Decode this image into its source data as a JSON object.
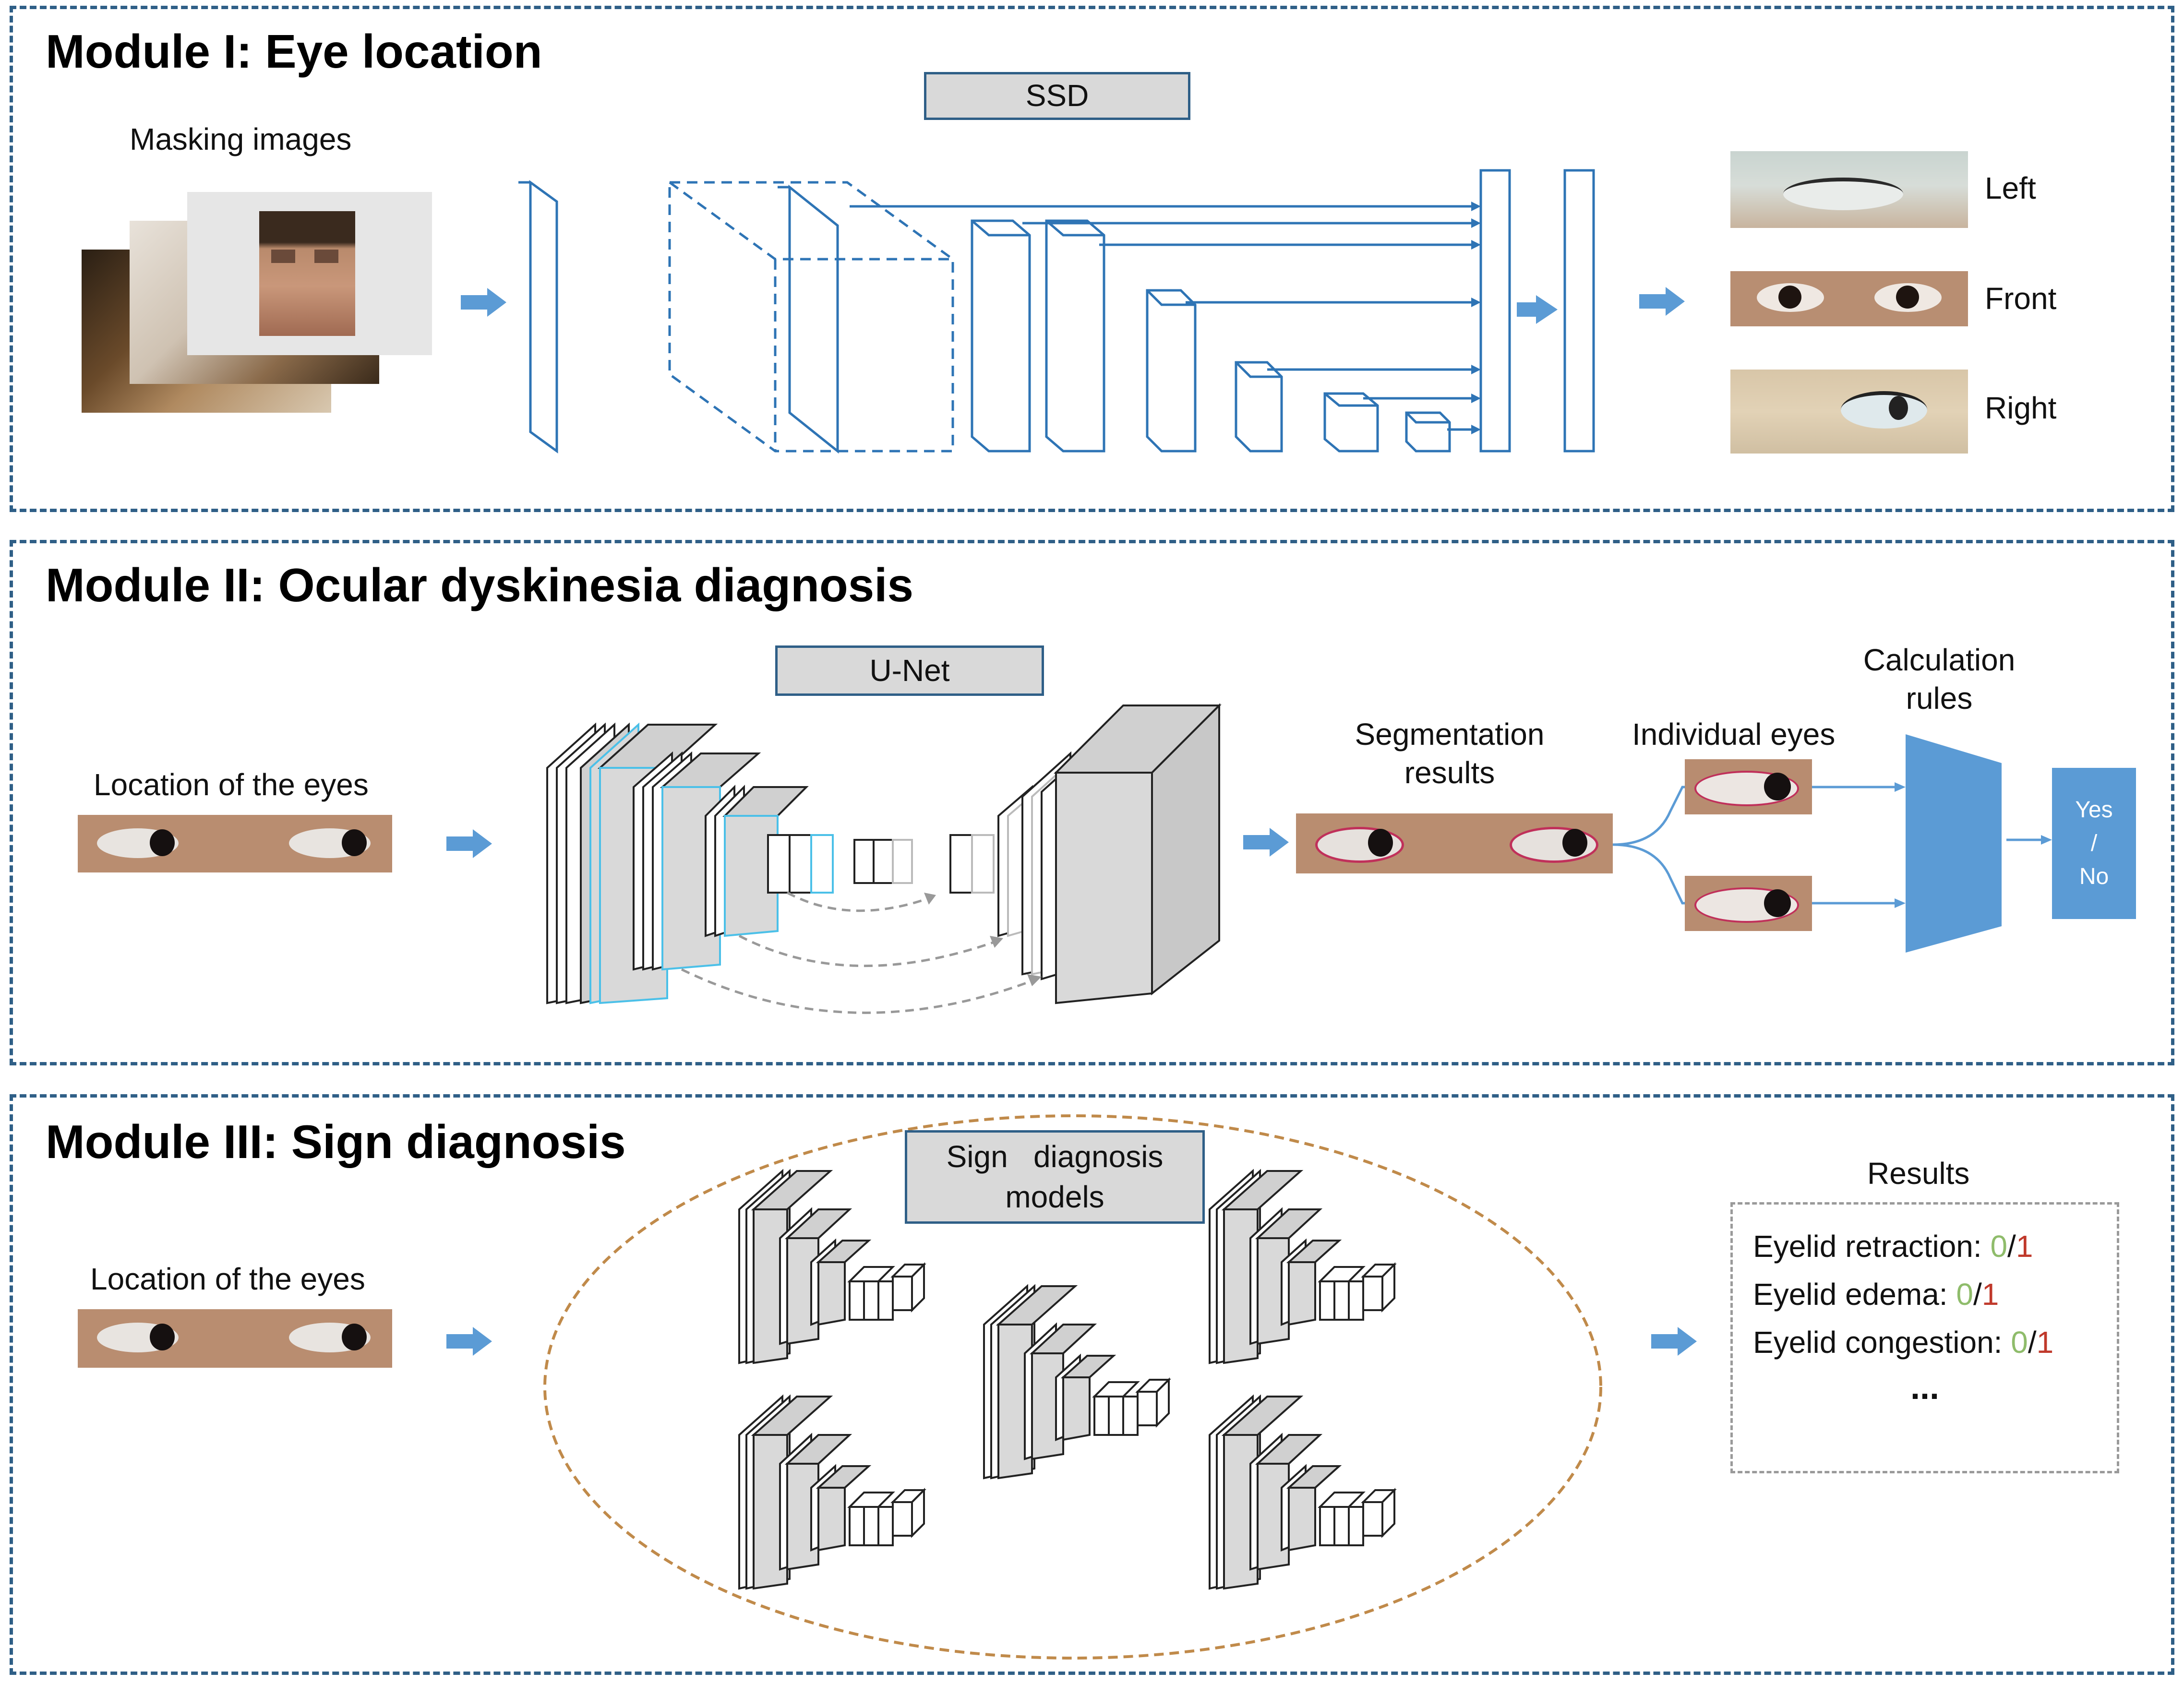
{
  "module1": {
    "title": "Module I: Eye location",
    "masking_label": "Masking images",
    "ssd_label": "SSD",
    "outputs": [
      "Left",
      "Front",
      "Right"
    ]
  },
  "module2": {
    "title": "Module II: Ocular dyskinesia diagnosis",
    "input_label": "Location of the eyes",
    "unet_label": "U-Net",
    "seg_label": "Segmentation results",
    "individual_label": "Individual eyes",
    "calc_label": "Calculation rules",
    "yes_label": "Yes",
    "slash_label": "/",
    "no_label": "No"
  },
  "module3": {
    "title": "Module III: Sign diagnosis",
    "input_label": "Location of the eyes",
    "models_label": "Sign   diagnosis models",
    "results_title": "Results",
    "results": [
      {
        "label": "Eyelid retraction: ",
        "zero": "0",
        "slash": "/",
        "one": "1"
      },
      {
        "label": "Eyelid edema: ",
        "zero": "0",
        "slash": "/",
        "one": "1"
      },
      {
        "label": "Eyelid congestion: ",
        "zero": "0",
        "slash": "/",
        "one": "1"
      }
    ],
    "ellipsis": "..."
  },
  "colors": {
    "panel_border": "#2f5f87",
    "arrow_blue": "#5b9bd5",
    "ssd_line": "#2e74b5",
    "unet_cyan": "#4bc0e8",
    "calc_blue": "#5b9bd5",
    "ellipse_border": "#c08a4a",
    "zero_green": "#8fbc6b",
    "one_red": "#c0392b"
  }
}
